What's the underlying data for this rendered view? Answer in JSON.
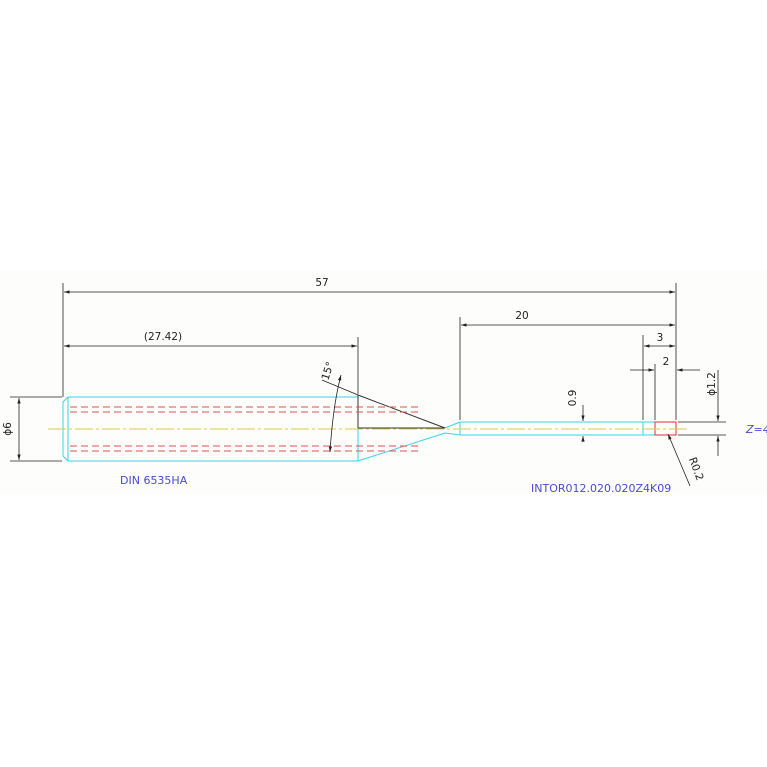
{
  "drawing": {
    "dimensions": {
      "overall_length": "57",
      "shank_length": "(27.42)",
      "neck_length": "20",
      "tip_length_3": "3",
      "tip_length_2": "2",
      "shank_diameter": "ϕ6",
      "tip_diameter": "ϕ1.2",
      "neck_diameter": "0.9",
      "corner_radius": "R0.2",
      "taper_angle": "15°",
      "flutes": "Z=4"
    },
    "labels": {
      "standard": "DIN 6535HA",
      "part_number": "INTOR012.020.020Z4K09"
    },
    "colors": {
      "outline": "#38d4e6",
      "hidden_line": "#e05050",
      "center_line": "#d8d040",
      "dimension": "#222222",
      "annotation": "#4a4ad6",
      "cutting_edge": "#e03030"
    }
  }
}
